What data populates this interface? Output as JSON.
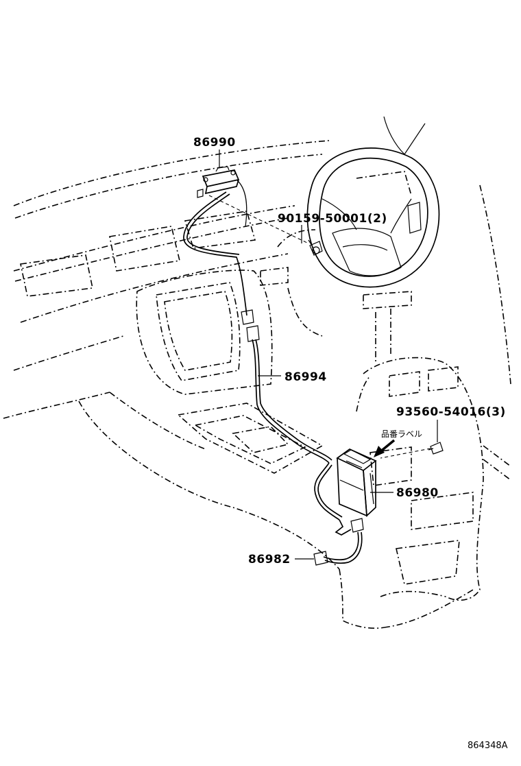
{
  "parts": {
    "p86990": "86990",
    "p90159": "90159-50001(2)",
    "p86994": "86994",
    "p93560": "93560-54016(3)",
    "p86980": "86980",
    "p86982": "86982"
  },
  "label_note": "品番ラベル",
  "illustration_ref": "864348A"
}
